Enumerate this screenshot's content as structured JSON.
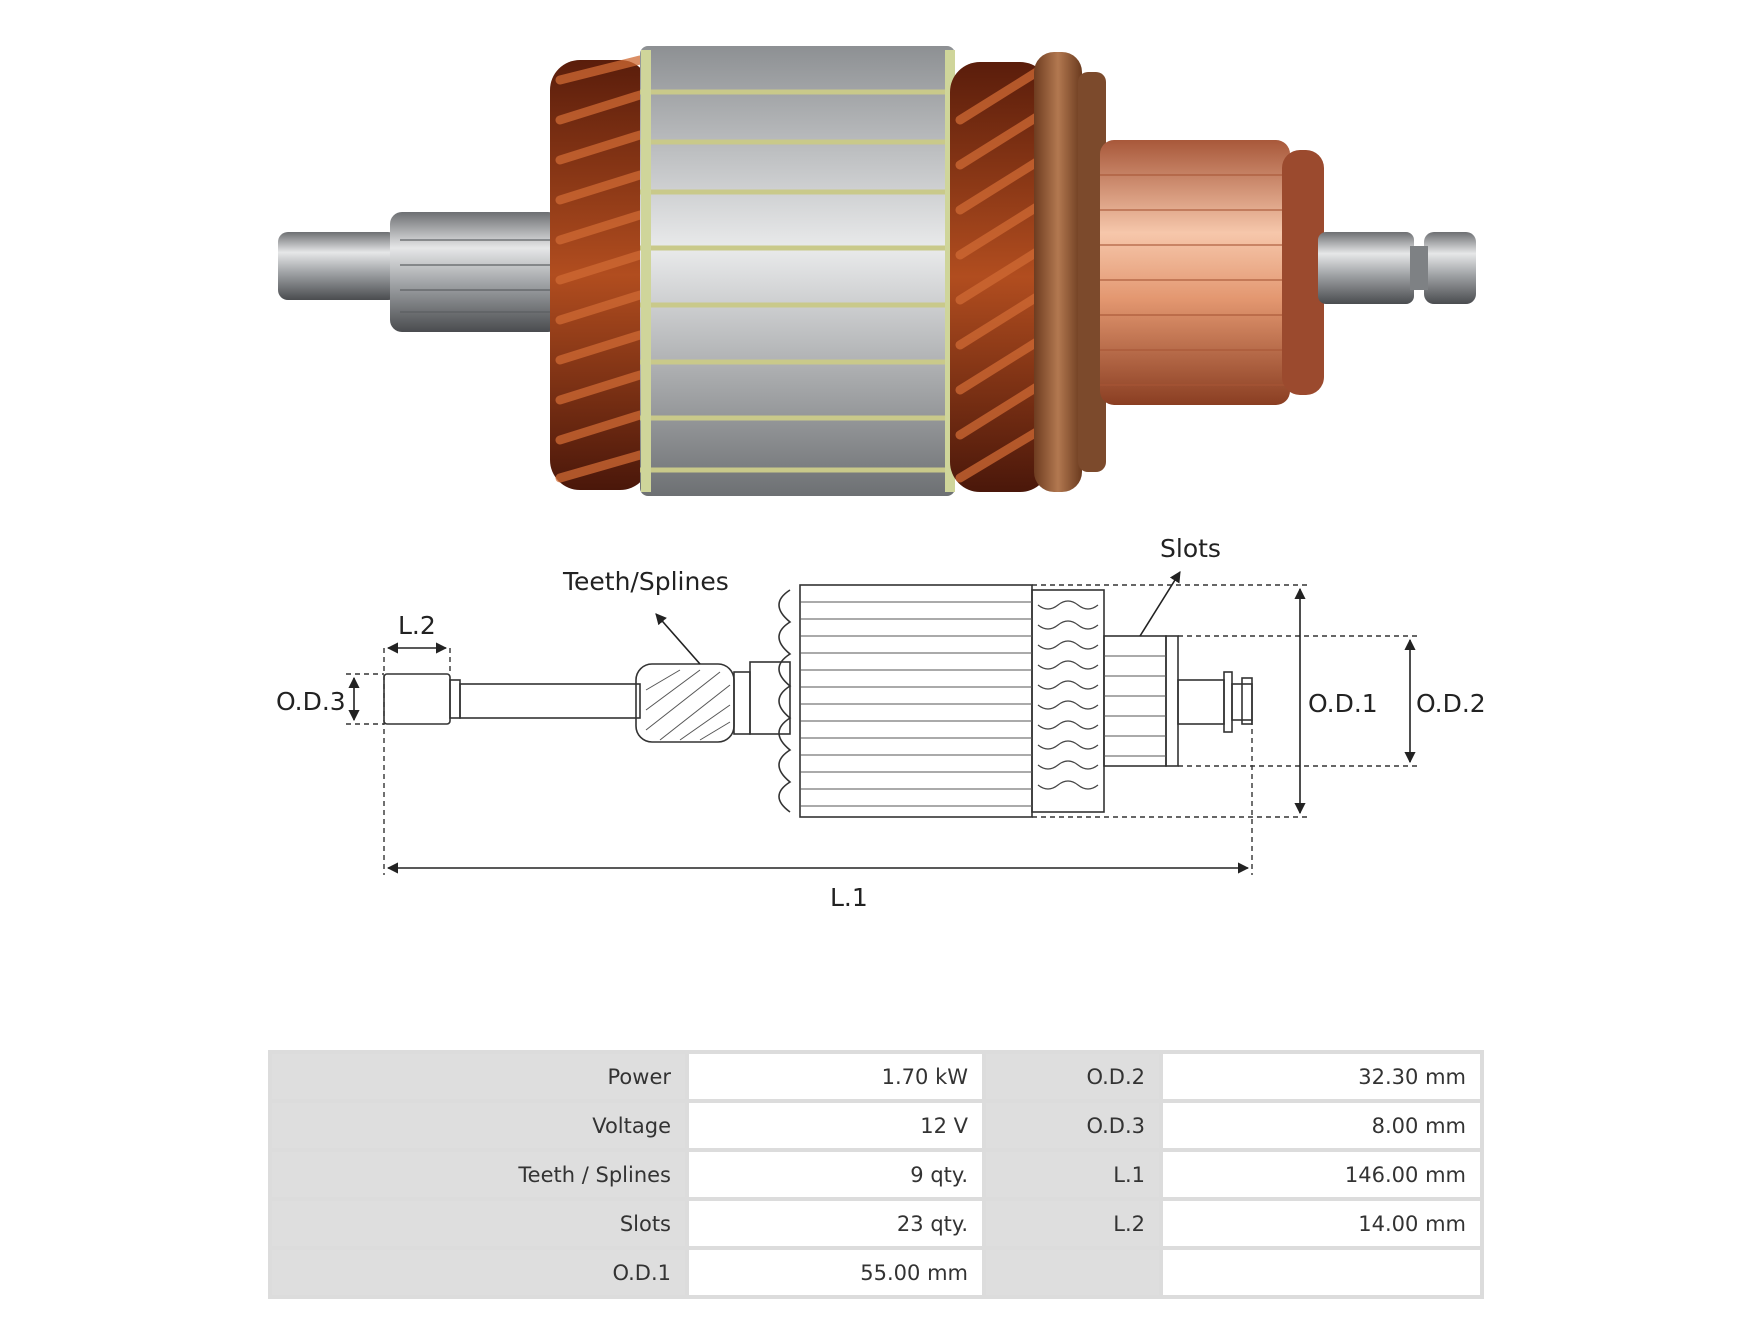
{
  "diagram": {
    "labels": {
      "teeth_splines": "Teeth/Splines",
      "slots": "Slots",
      "l2": "L.2",
      "od3": "O.D.3",
      "od1": "O.D.1",
      "od2": "O.D.2",
      "l1": "L.1"
    }
  },
  "specs": {
    "rows": [
      {
        "label1": "Power",
        "value1": "1.70 kW",
        "label2": "O.D.2",
        "value2": "32.30 mm"
      },
      {
        "label1": "Voltage",
        "value1": "12 V",
        "label2": "O.D.3",
        "value2": "8.00 mm"
      },
      {
        "label1": "Teeth / Splines",
        "value1": "9 qty.",
        "label2": "L.1",
        "value2": "146.00 mm"
      },
      {
        "label1": "Slots",
        "value1": "23 qty.",
        "label2": "L.2",
        "value2": "14.00 mm"
      },
      {
        "label1": "O.D.1",
        "value1": "55.00 mm",
        "label2": "",
        "value2": ""
      }
    ]
  },
  "colors": {
    "copper": "#b5501e",
    "steel": "#b9bcbe",
    "commutator": "#e8a07a",
    "table_label_bg": "#dedede",
    "table_border": "#dcdcdc"
  }
}
